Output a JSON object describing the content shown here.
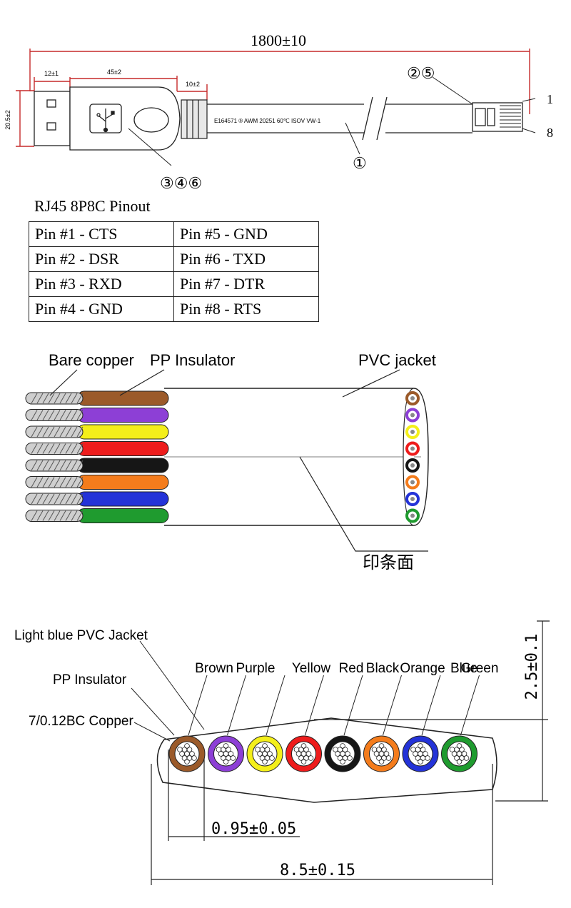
{
  "top": {
    "total_length": "1800±10",
    "len_plug": "12±1",
    "len_body": "45±2",
    "len_strain": "10±2",
    "height": "20.5±2",
    "cable_print": "E164571  ®  AWM  20251  60℃  ISOV  VW-1",
    "label_1": "①",
    "label_25": "②⑤",
    "label_346": "③④⑥",
    "pin_1": "1",
    "pin_8": "8"
  },
  "pinout": {
    "title": "RJ45 8P8C Pinout",
    "rows": [
      [
        "Pin #1 -  CTS",
        "Pin #5 - GND"
      ],
      [
        "Pin #2 - DSR",
        "Pin #6 - TXD"
      ],
      [
        "Pin #3 - RXD",
        "Pin #7 - DTR"
      ],
      [
        "Pin #4 - GND",
        "Pin #8 - RTS"
      ]
    ]
  },
  "cable": {
    "bare_copper": "Bare copper",
    "pp_insulator": "PP Insulator",
    "pvc_jacket": "PVC jacket",
    "print_face": "印条面"
  },
  "section": {
    "jacket": "Light blue PVC Jacket",
    "insulator": "PP Insulator",
    "copper": "7/0.12BC Copper",
    "height": "2.5±0.1",
    "pitch": "0.95±0.05",
    "width": "8.5±0.15",
    "color_names": [
      "Brown",
      "Purple",
      "Yellow",
      "Red",
      "Black",
      "Orange",
      "Blue",
      "Green"
    ]
  },
  "colors": {
    "brown": "#9b5a2a",
    "purple": "#8d3fd6",
    "yellow": "#f4ef1a",
    "red": "#ee1c1c",
    "black": "#161616",
    "orange": "#f47c1c",
    "blue": "#2433d8",
    "green": "#1f9b2f"
  }
}
